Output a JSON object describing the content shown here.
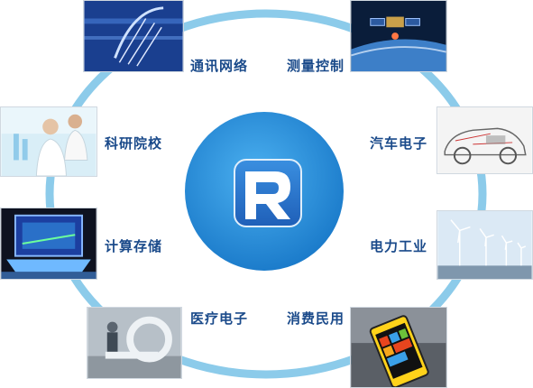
{
  "center": {
    "logo_letter": "R"
  },
  "applications": [
    {
      "label": "通讯网络",
      "icon": "satellite-dish-icon"
    },
    {
      "label": "测量控制",
      "icon": "satellite-icon"
    },
    {
      "label": "汽车电子",
      "icon": "car-icon"
    },
    {
      "label": "电力工业",
      "icon": "wind-turbine-icon"
    },
    {
      "label": "消费民用",
      "icon": "smartphone-icon"
    },
    {
      "label": "医疗电子",
      "icon": "medical-equipment-icon"
    },
    {
      "label": "计算存储",
      "icon": "laptop-icon"
    },
    {
      "label": "科研院校",
      "icon": "laboratory-icon"
    }
  ],
  "colors": {
    "ring": "#8ccbea",
    "hub": "#2b8fd6",
    "label": "#1a4a8a"
  }
}
